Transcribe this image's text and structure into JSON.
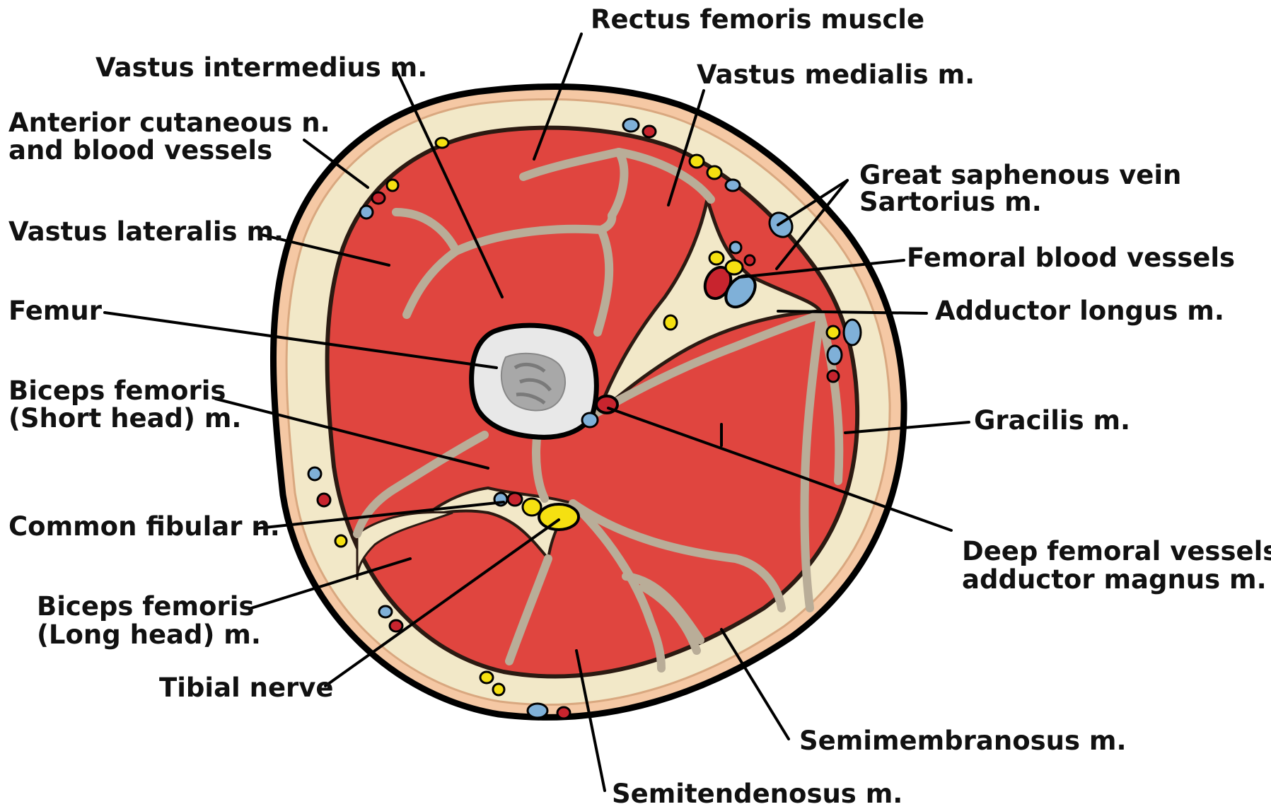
{
  "diagram": {
    "labels": {
      "rectus_femoris": "Rectus femoris muscle",
      "vastus_intermedius": "Vastus intermedius m.",
      "vastus_medialis": "Vastus medialis m.",
      "anterior_cutaneous_1": "Anterior cutaneous n.",
      "anterior_cutaneous_2": "and blood vessels",
      "great_saphenous_vein": "Great saphenous vein",
      "sartorius": "Sartorius m.",
      "vastus_lateralis": "Vastus lateralis m.",
      "femoral_blood_vessels": "Femoral blood vessels",
      "femur": "Femur",
      "adductor_longus": "Adductor longus m.",
      "biceps_short_1": "Biceps femoris",
      "biceps_short_2": "(Short head) m.",
      "gracilis": "Gracilis m.",
      "common_fibular": "Common fibular n.",
      "deep_femoral_1": "Deep femoral vessels",
      "deep_femoral_2": "adductor magnus m.",
      "biceps_long_1": "Biceps femoris",
      "biceps_long_2": "(Long head) m.",
      "tibial_nerve": "Tibial nerve",
      "semimembranosus": "Semimembranosus m.",
      "semitendenosus": "Semitendenosus m."
    },
    "colors": {
      "skin": "#f5c8a4",
      "subcutaneous_fat": "#f2e8c8",
      "muscle": "#e0453f",
      "fascia": "#b9ad98",
      "bone": "#e8e8e8",
      "marrow": "#9a9a9a",
      "nerve": "#f5e011",
      "vein": "#7fb0d8",
      "artery": "#c8242e"
    }
  }
}
